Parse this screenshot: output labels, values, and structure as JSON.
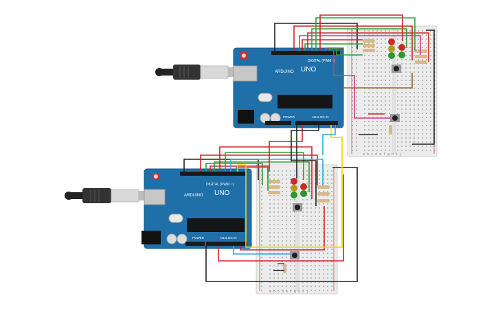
{
  "boards": [
    {
      "id": "top",
      "brand": "ARDUINO",
      "model": "UNO",
      "header_digital": "DIGITAL (PWM ~)",
      "header_power": "POWER",
      "header_analog": "ANALOG IN"
    },
    {
      "id": "bottom",
      "brand": "ARDUINO",
      "model": "UNO",
      "header_digital": "DIGITAL (PWM ~)",
      "header_power": "POWER",
      "header_analog": "ANALOG IN"
    }
  ],
  "breadboard_columns": "a b c d e   f g h i j",
  "colors": {
    "board": "#1f6fa8",
    "wire_red": "#d0232a",
    "wire_black": "#222222",
    "wire_green": "#2f9e3a",
    "wire_yellow": "#f2d300",
    "wire_blue": "#2aa8e0",
    "wire_magenta": "#d03a8c",
    "wire_brown": "#9a6424",
    "led_red": "#cc2a2a",
    "led_yellow": "#b39a1f",
    "led_green": "#2a9a2a"
  }
}
